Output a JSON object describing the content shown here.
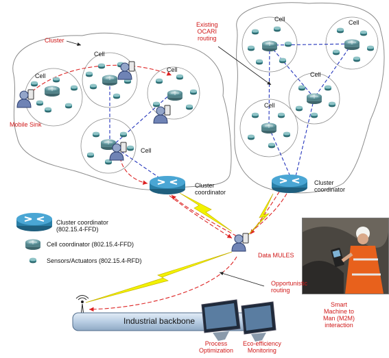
{
  "labels": {
    "cluster": "Cluster",
    "cell": "Cell",
    "existing_routing": "Existing\nOCARI\nrouting",
    "cluster_coordinator": "Cluster\ncoordinator",
    "mobile_sink": "Mobile Sink",
    "data_mules": "Data MULES",
    "opportunistic_routing": "Opportunistic\nrouting",
    "industrial_backbone": "Industrial backbone",
    "process_optimization": "Process\nOptimization",
    "eco_efficiency": "Eco-efficiency\nMonitoring",
    "smart_m2m": "Smart\nMachine to\nMan (M2M)\ninteraction"
  },
  "legend": [
    {
      "label": "Cluster coordinator\n(802.15.4-FFD)",
      "icon": "router-large-icon"
    },
    {
      "label": "Cell coordinator (802.15.4-FFD)",
      "icon": "router-small-icon"
    },
    {
      "label": "Sensors/Actuators (802.15.4-RFD)",
      "icon": "sensor-icon"
    }
  ],
  "colors": {
    "router": "#2a7fa7",
    "cell_coordinator": "#5a8c94",
    "sensor": "#3d8c93",
    "blue_link": "#2233bb",
    "red_link": "#dd2222",
    "lightning": "#f2f200",
    "accent_text": "#d01818"
  }
}
